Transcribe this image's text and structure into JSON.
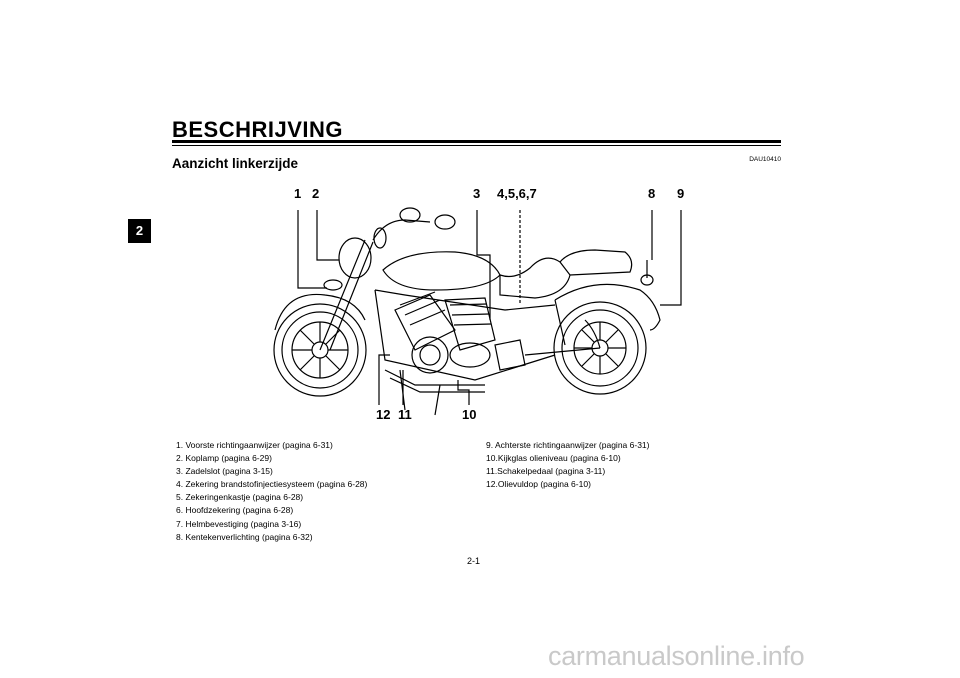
{
  "chapter": "2",
  "title": "BESCHRIJVING",
  "doc_code": "DAU10410",
  "subtitle": "Aanzicht linkerzijde",
  "callouts": {
    "c1": "1",
    "c2": "2",
    "c3": "3",
    "c4567": "4,5,6,7",
    "c8": "8",
    "c9": "9",
    "c12": "12",
    "c11": "11",
    "c10": "10"
  },
  "list_left": [
    "1.  Voorste richtingaanwijzer (pagina 6-31)",
    "2.  Koplamp (pagina 6-29)",
    "3.  Zadelslot (pagina 3-15)",
    "4.  Zekering brandstofinjectiesysteem (pagina 6-28)",
    "5.  Zekeringenkastje (pagina 6-28)",
    "6.  Hoofdzekering (pagina 6-28)",
    "7.  Helmbevestiging (pagina 3-16)",
    "8.  Kentekenverlichting (pagina 6-32)"
  ],
  "list_right": [
    "9.  Achterste richtingaanwijzer (pagina 6-31)",
    "10.Kijkglas olieniveau (pagina 6-10)",
    "11.Schakelpedaal (pagina 3-11)",
    "12.Olievuldop (pagina 6-10)"
  ],
  "page_number": "2-1",
  "watermark": "carmanualsonline.info"
}
